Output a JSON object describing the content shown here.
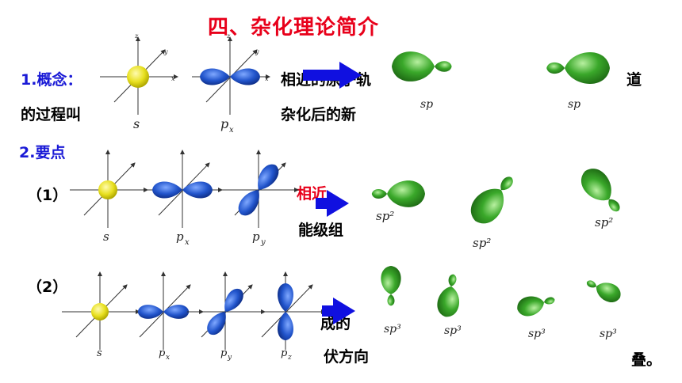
{
  "title": "四、杂化理论简介",
  "fragments": {
    "concept_label": "1.概念：",
    "concept_mid": "相近的原子轨",
    "concept_end": "道",
    "process_start": "的过程叫",
    "process_mid": "杂化后的新",
    "points_label": "2.要点",
    "point1_label": "（1）",
    "point1_red": "相近",
    "point1_mid": "能级组",
    "point2_label": "（2）",
    "point2_mid": "成的",
    "point2_low": "伏方向",
    "point2_end": "叠。"
  },
  "labels": {
    "s": "s",
    "px": "p",
    "py": "p",
    "pz": "p",
    "sub_x": "x",
    "sub_y": "y",
    "sub_z": "z",
    "sp": "sp",
    "sp2": "sp²",
    "sp3": "sp³",
    "axis_x": "x",
    "axis_y": "y",
    "axis_z": "z"
  },
  "colors": {
    "title": "#e8001a",
    "blue_text": "#1a1ad6",
    "orbital_s": "#e8e020",
    "orbital_p": "#2255cc",
    "hybrid": "#3aa82a",
    "arrow": "#1010e0"
  }
}
